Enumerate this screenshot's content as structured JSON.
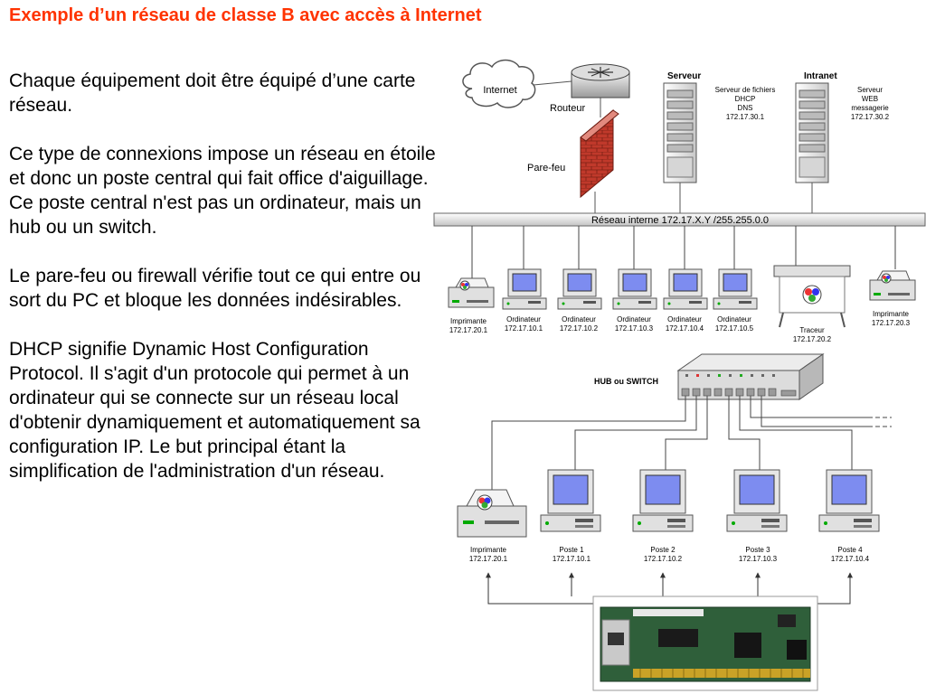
{
  "title": "Exemple d’un réseau de classe B avec accès à Internet",
  "paragraphs": [
    "Chaque équipement doit être équipé d’une carte réseau.",
    "Ce type de connexions impose un réseau en étoile et donc un poste central qui fait office d'aiguillage. Ce poste central n'est pas un ordinateur, mais un hub ou un switch.",
    "Le pare-feu ou firewall vérifie tout ce qui entre ou sort du PC et bloque les données indésirables.",
    "DHCP signifie Dynamic Host Configuration Protocol. Il s'agit d'un protocole qui permet à un ordinateur qui se connecte sur un réseau local d'obtenir dynamiquement et automatiquement sa configuration IP. Le but principal étant la simplification de l'administration d'un réseau."
  ],
  "diagram": {
    "internet": "Internet",
    "routeur": "Routeur",
    "parefeu": "Pare-feu",
    "serveur": {
      "title": "Serveur",
      "line1": "Serveur  de fichiers",
      "line2": "DHCP",
      "line3": "DNS",
      "line4": "172.17.30.1"
    },
    "intranet": {
      "title": "Intranet",
      "line1": "Serveur",
      "line2": "WEB",
      "line3": "messagerie",
      "line4": "172.17.30.2"
    },
    "reseau": "Réseau interne 172.17.X.Y /255.255.0.0",
    "imprimante1": {
      "name": "Imprimante",
      "ip": "172.17.20.1"
    },
    "ordinateurs": [
      {
        "name": "Ordinateur",
        "ip": "172.17.10.1"
      },
      {
        "name": "Ordinateur",
        "ip": "172.17.10.2"
      },
      {
        "name": "Ordinateur",
        "ip": "172.17.10.3"
      },
      {
        "name": "Ordinateur",
        "ip": "172.17.10.4"
      },
      {
        "name": "Ordinateur",
        "ip": "172.17.10.5"
      }
    ],
    "traceur": {
      "name": "Traceur",
      "ip": "172.17.20.2"
    },
    "imprimante2": {
      "name": "Imprimante",
      "ip": "172.17.20.3"
    },
    "hub": "HUB ou SWITCH",
    "imprimante3": {
      "name": "Imprimante",
      "ip": "172.17.20.1"
    },
    "postes": [
      {
        "name": "Poste 1",
        "ip": "172.17.10.1"
      },
      {
        "name": "Poste 2",
        "ip": "172.17.10.2"
      },
      {
        "name": "Poste 3",
        "ip": "172.17.10.3"
      },
      {
        "name": "Poste 4",
        "ip": "172.17.10.4"
      }
    ]
  },
  "colors": {
    "title": "#ff3300",
    "screen": "#7d8cf0",
    "wire": "#404040"
  }
}
